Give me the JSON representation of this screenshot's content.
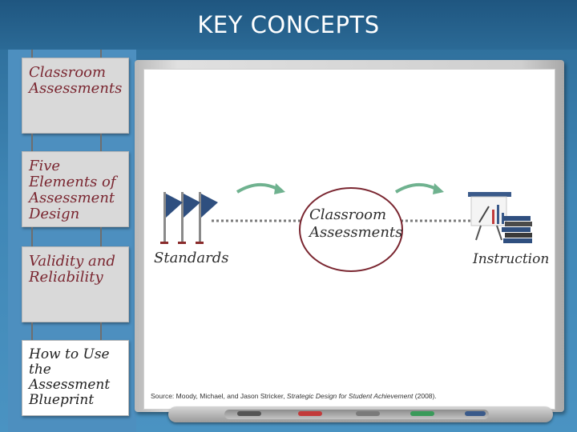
{
  "slide": {
    "title": "KEY CONCEPTS"
  },
  "sidebar": {
    "items": [
      {
        "label": "Classroom Assessments",
        "state": "inactive"
      },
      {
        "label": "Five Elements of Assessment Design",
        "state": "inactive"
      },
      {
        "label": "Validity and Reliability",
        "state": "inactive"
      },
      {
        "label": "How to Use the Assessment Blueprint",
        "state": "active"
      }
    ]
  },
  "diagram": {
    "left_label": "Standards",
    "center_label": "Classroom Assessments",
    "right_label": "Instruction",
    "icons": [
      "flags-icon",
      "arrow-icon",
      "presentation-board-icon",
      "books-icon"
    ]
  },
  "footer": {
    "source_prefix": "Source: Moody, Michael, and Jason Stricker, ",
    "source_title": "Strategic Design for Student Achievement",
    "source_suffix": " (2008)."
  },
  "colors": {
    "background": "#3f86b5",
    "card_text": "#7a2630",
    "flag_blue": "#2f4f7f",
    "arrow_green": "#6fb28f",
    "ellipse": "#7a2630"
  }
}
